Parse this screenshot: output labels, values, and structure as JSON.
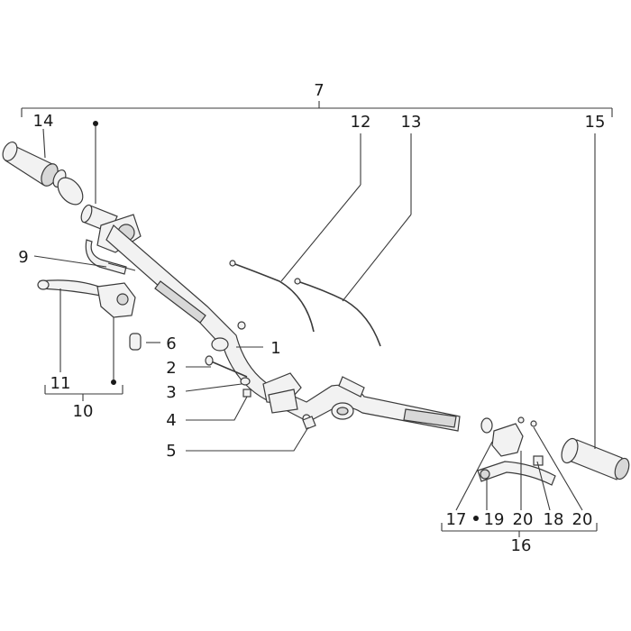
{
  "labels": {
    "l1": "1",
    "l2": "2",
    "l3": "3",
    "l4": "4",
    "l5": "5",
    "l6": "6",
    "l7": "7",
    "l9": "9",
    "l10": "10",
    "l11": "11",
    "l12": "12",
    "l13": "13",
    "l14": "14",
    "l15": "15",
    "l16": "16",
    "l17": "17",
    "l18": "18",
    "l19": "19",
    "l20a": "20",
    "l20b": "20"
  },
  "colors": {
    "line": "#3a3a3a",
    "part_fill": "#f2f2f2",
    "shade": "#d8d8d8",
    "text": "#1a1a1a"
  }
}
